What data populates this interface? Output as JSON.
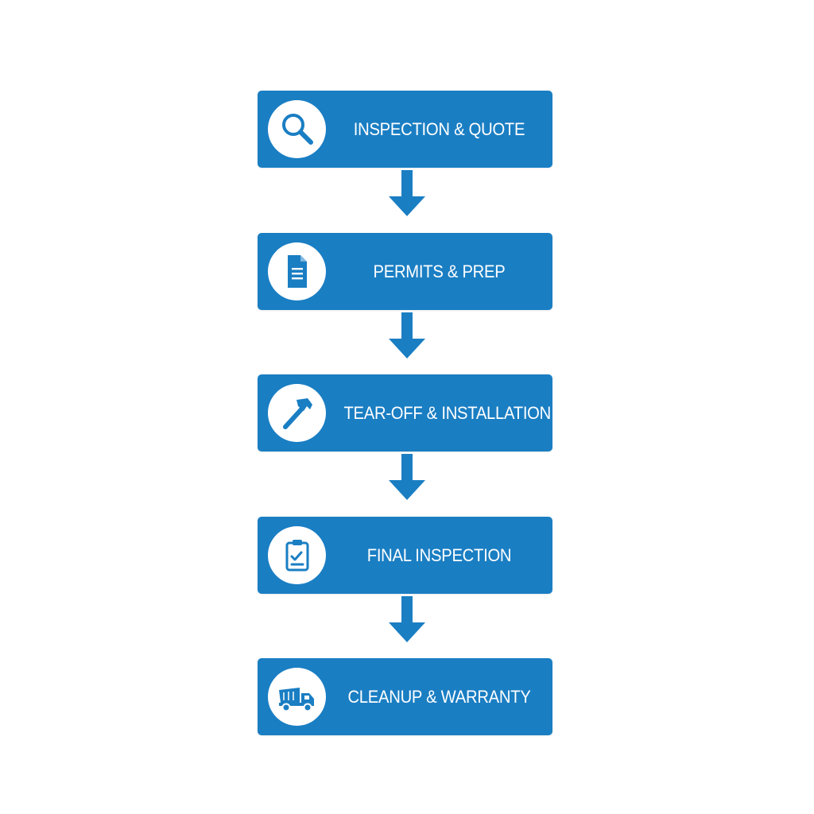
{
  "colors": {
    "step_fill": "#1a7ec3",
    "icon_background": "#ffffff",
    "label_text": "#ffffff",
    "arrow": "#1a7ec3"
  },
  "steps": [
    {
      "label": "INSPECTION & QUOTE",
      "icon": "magnifying-glass-icon"
    },
    {
      "label": "PERMITS & PREP",
      "icon": "document-icon"
    },
    {
      "label": "TEAR-OFF & INSTALLATION",
      "icon": "hammer-icon"
    },
    {
      "label": "FINAL INSPECTION",
      "icon": "clipboard-check-icon"
    },
    {
      "label": "CLEANUP & WARRANTY",
      "icon": "dump-truck-icon"
    }
  ]
}
